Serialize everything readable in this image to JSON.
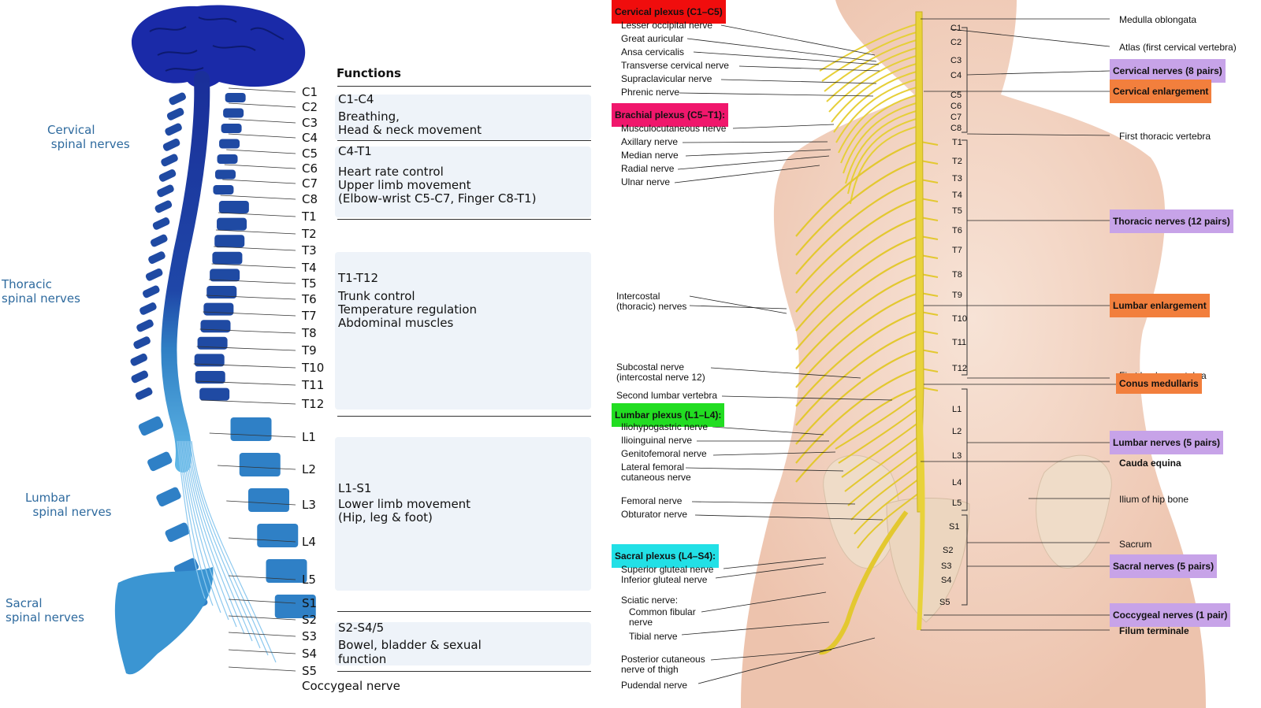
{
  "left": {
    "region_labels": {
      "cervical": "Cervical\n spinal nerves",
      "thoracic": "Thoracic\nspinal nerves",
      "lumbar": "Lumbar\n  spinal nerves",
      "sacral": "Sacral\nspinal nerves"
    },
    "segments": [
      "C1",
      "C2",
      "C3",
      "C4",
      "C5",
      "C6",
      "C7",
      "C8",
      "T1",
      "T2",
      "T3",
      "T4",
      "T5",
      "T6",
      "T7",
      "T8",
      "T9",
      "T10",
      "T11",
      "T12",
      "L1",
      "L2",
      "L3",
      "L4",
      "L5",
      "S1",
      "S2",
      "S3",
      "S4",
      "S5",
      "Coccygeal nerve"
    ],
    "functions_title": "Functions",
    "groups": [
      {
        "head": "C1-C4",
        "lines": [
          "Breathing,",
          "Head & neck movement"
        ]
      },
      {
        "head": "C4-T1",
        "lines": [
          "Heart rate control",
          "Upper limb movement",
          "(Elbow-wrist C5-C7, Finger C8-T1)"
        ]
      },
      {
        "head": "T1-T12",
        "lines": [
          "Trunk control",
          "Temperature regulation",
          "Abdominal muscles"
        ]
      },
      {
        "head": "L1-S1",
        "lines": [
          "Lower limb movement",
          "(Hip, leg & foot)"
        ]
      },
      {
        "head": "S2-S4/5",
        "lines": [
          "Bowel, bladder & sexual",
          "function"
        ]
      }
    ]
  },
  "right": {
    "plexus_tags": {
      "cervical": "Cervical plexus (C1–C5)",
      "brachial": "Brachial plexus (C5–T1):",
      "lumbar": "Lumbar plexus (L1–L4):",
      "sacral": "Sacral plexus (L4–S4):"
    },
    "left_labels": {
      "lesser_occipital": "Lesser occipital nerve",
      "great_auricular": "Great auricular",
      "ansa_cervicalis": "Ansa cervicalis",
      "transverse_cervical": "Transverse cervical nerve",
      "supraclavicular": "Supraclavicular nerve",
      "phrenic": "Phrenic nerve",
      "musculocutaneous": "Musculocutaneous nerve",
      "axillary": "Axillary nerve",
      "median": "Median nerve",
      "radial": "Radial nerve",
      "ulnar": "Ulnar nerve",
      "intercostal": "Intercostal\n(thoracic) nerves",
      "subcostal": "Subcostal nerve\n(intercostal nerve 12)",
      "second_lumbar": "Second lumbar vertebra",
      "iliohypogastric": "Iliohypogastric nerve",
      "ilioinguinal": "Ilioinguinal nerve",
      "genitofemoral": "Genitofemoral nerve",
      "lateral_femoral": "Lateral femoral\ncutaneous nerve",
      "femoral": "Femoral nerve",
      "obturator": "Obturator nerve",
      "superior_gluteal": "Superior gluteal nerve",
      "inferior_gluteal": "Inferior gluteal nerve",
      "sciatic": "Sciatic nerve:",
      "common_fibular": "Common fibular\nnerve",
      "tibial": "Tibial nerve",
      "posterior_cutaneous": "Posterior cutaneous\nnerve of thigh",
      "pudendal": "Pudendal nerve"
    },
    "vertebra_labels": [
      "C1",
      "C2",
      "C3",
      "C4",
      "C5",
      "C6",
      "C7",
      "C8",
      "T1",
      "T2",
      "T3",
      "T4",
      "T5",
      "T6",
      "T7",
      "T8",
      "T9",
      "T10",
      "T11",
      "T12",
      "L1",
      "L2",
      "L3",
      "L4",
      "L5",
      "S1",
      "S2",
      "S3",
      "S4",
      "S5"
    ],
    "right_labels": {
      "medulla": "Medulla oblongata",
      "atlas": "Atlas (first cervical vertebra)",
      "cervical_nerves": "Cervical nerves (8 pairs)",
      "cervical_enlargement": "Cervical enlargement",
      "first_thoracic": "First thoracic vertebra",
      "thoracic_nerves": "Thoracic nerves (12 pairs)",
      "lumbar_enlargement": "Lumbar enlargement",
      "first_lumbar": "First lumbar vertebra",
      "conus": "Conus medullaris",
      "lumbar_nerves": "Lumbar nerves (5 pairs)",
      "cauda": "Cauda equina",
      "ilium": "Ilium of hip bone",
      "sacrum": "Sacrum",
      "sacral_nerves": "Sacral nerves (5 pairs)",
      "coccygeal_nerves": "Coccygeal nerves (1 pair)",
      "filum": "Filum terminale"
    },
    "colors": {
      "cervical_tag": "#f00d0d",
      "brachial_tag": "#f0176c",
      "lumbar_tag": "#22dd22",
      "sacral_tag": "#22e0e6",
      "purple_tag": "#c7a3e8",
      "orange_tag": "#f27f3d",
      "nerve": "#e8d23a",
      "skin": "#f4d7c6"
    }
  }
}
